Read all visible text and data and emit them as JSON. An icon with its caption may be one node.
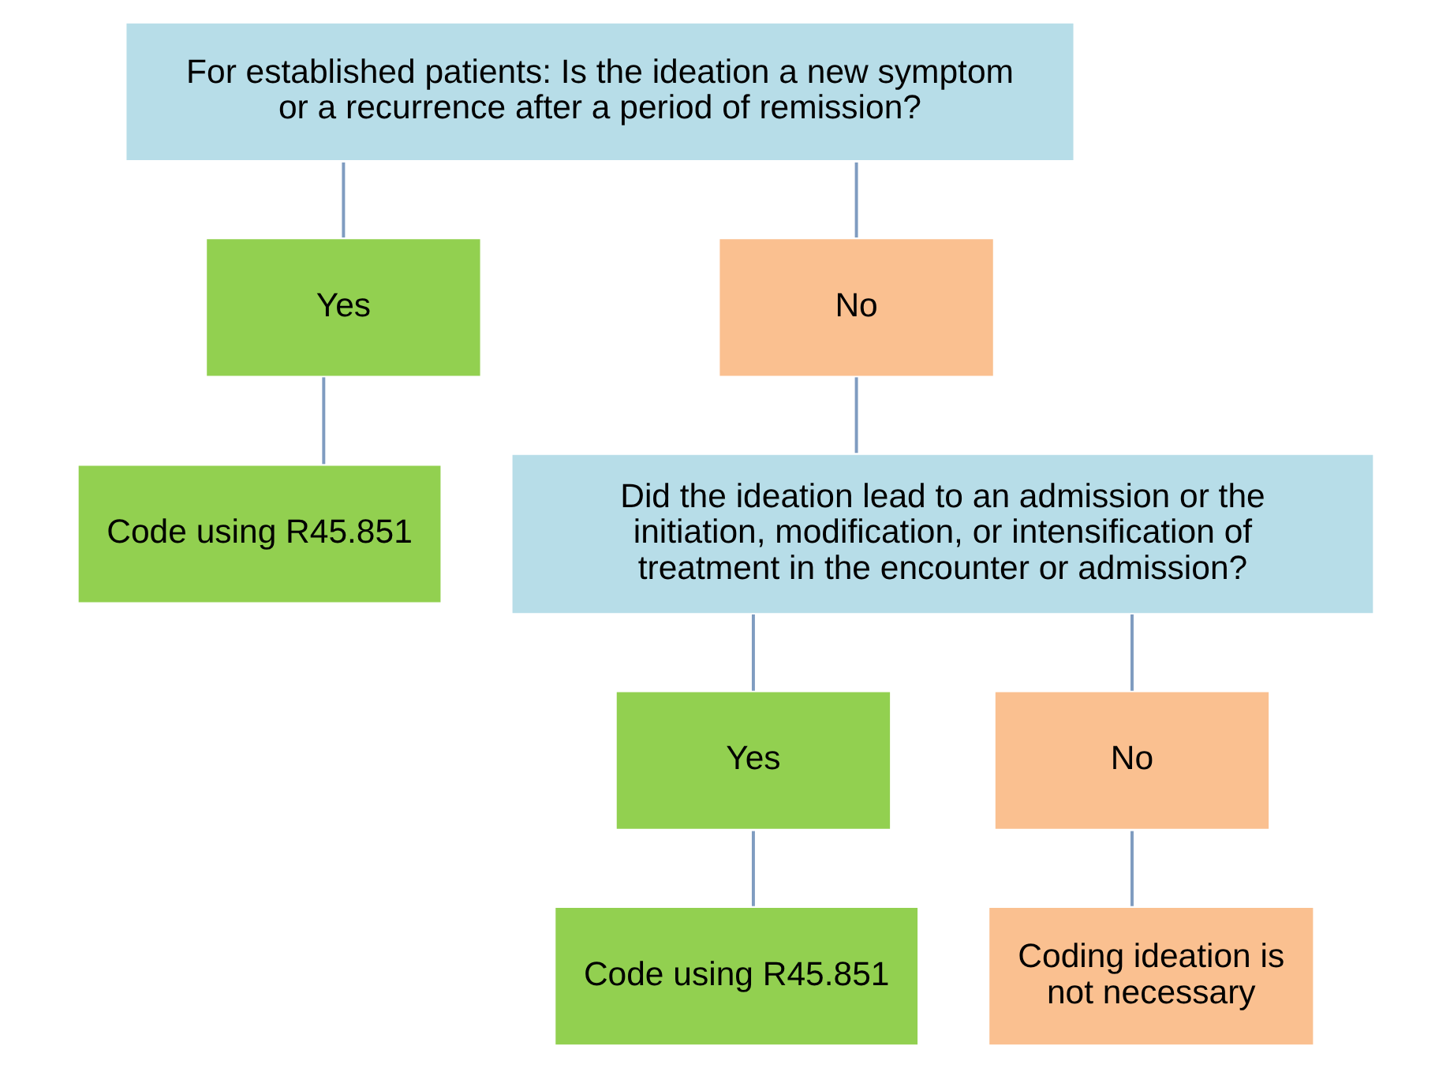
{
  "diagram": {
    "nodes": [
      {
        "text": [
          "For established patients: Is the ideation a new symptom or a recurrence after a period of remission?"
        ]
      },
      {
        "text": [
          "Yes"
        ]
      },
      {
        "text": [
          "No"
        ]
      },
      {
        "text": [
          "Code using R45.851"
        ]
      },
      {
        "text": [
          "Did the ideation lead to an admission or the initiation, modification, or intensification of treatment in the encounter or admission?"
        ]
      },
      {
        "text": [
          "Yes"
        ]
      },
      {
        "text": [
          "No"
        ]
      },
      {
        "text": [
          "Code using R45.851"
        ]
      },
      {
        "text": [
          "Coding ideation is not necessary"
        ]
      }
    ],
    "edges": [
      {
        "from": 0,
        "to": 1,
        "arrow": "none"
      },
      {
        "from": 0,
        "to": 2,
        "arrow": "none"
      },
      {
        "from": 1,
        "to": 3,
        "arrow": "none"
      },
      {
        "from": 2,
        "to": 4,
        "arrow": "none"
      },
      {
        "from": 4,
        "to": 5,
        "arrow": "none"
      },
      {
        "from": 4,
        "to": 6,
        "arrow": "none"
      },
      {
        "from": 5,
        "to": 7,
        "arrow": "none"
      },
      {
        "from": 6,
        "to": 8,
        "arrow": "none"
      }
    ]
  }
}
